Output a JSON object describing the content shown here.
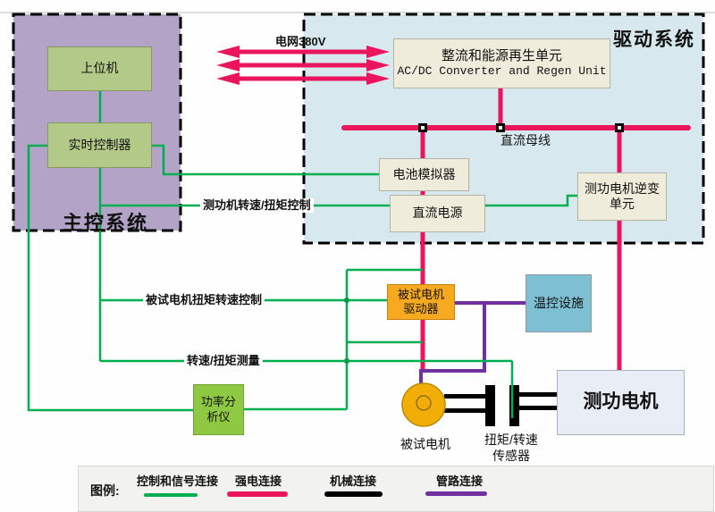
{
  "colors": {
    "signal_green": "#00b050",
    "power_pink": "#ea155d",
    "mechanical_black": "#000000",
    "pipe_purple": "#7030a0",
    "main_control_bg": "#b3a4c7",
    "drive_system_bg": "#d7e9ee",
    "module_olive": "#b2c987",
    "module_cream": "#efecdc",
    "driver_orange": "#f7a920",
    "temp_teal": "#7dbfd3",
    "analyzer_green": "#8fc842",
    "motor_yellow": "#f2ae06"
  },
  "main_control": {
    "title": "主控系统",
    "host_pc": "上位机",
    "realtime_controller": "实时控制器"
  },
  "drive_system": {
    "title": "驱动系统",
    "acdc_line1": "整流和能源再生单元",
    "acdc_line2": "AC/DC Converter and Regen Unit",
    "dc_bus": "直流母线",
    "battery_simulator": "电池模拟器",
    "dc_supply": "直流电源",
    "dyno_inverter_line1": "测功电机逆变",
    "dyno_inverter_line2": "单元"
  },
  "line_labels": {
    "grid": "电网380V",
    "dyno_speed_torque_control": "测功机转速/扭矩控制",
    "mut_torque_speed_control": "被试电机扭矩转速控制",
    "speed_torque_measure": "转速/扭矩测量"
  },
  "components": {
    "mut_driver_line1": "被试电机",
    "mut_driver_line2": "驱动器",
    "temp_control": "温控设施",
    "power_analyzer_line1": "功率分",
    "power_analyzer_line2": "析仪",
    "mut_motor": "被试电机",
    "sensor_line1": "扭矩/转速",
    "sensor_line2": "传感器",
    "dyno_motor": "测功电机"
  },
  "legend": {
    "title": "图例:",
    "items": [
      {
        "label": "控制和信号连接",
        "color": "#00b050"
      },
      {
        "label": "强电连接",
        "color": "#ea155d"
      },
      {
        "label": "机械连接",
        "color": "#000000"
      },
      {
        "label": "管路连接",
        "color": "#7030a0"
      }
    ]
  }
}
